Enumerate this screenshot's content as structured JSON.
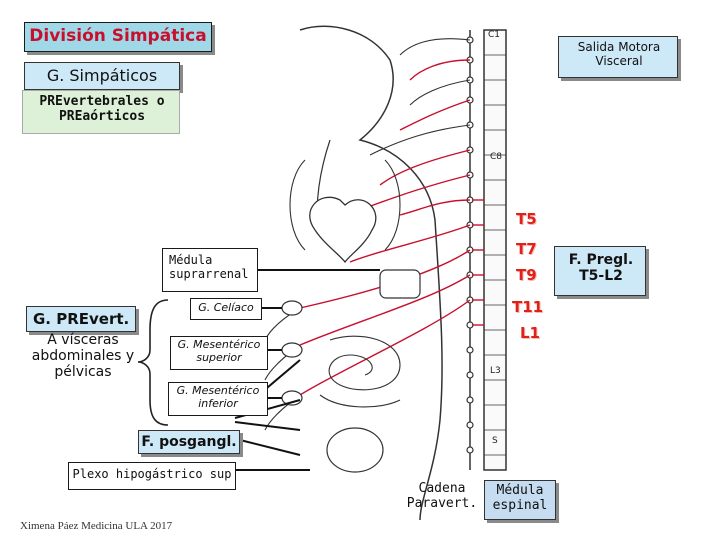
{
  "title": "División Simpática",
  "salida": "Salida Motora Visceral",
  "g_simpaticos": "G. Simpáticos",
  "prevert": "PREvertebrales o PREaórticos",
  "medula_sup": "Médula suprarrenal",
  "g_prevert_head": "G. PREvert.",
  "g_prevert_body": "A vísceras abdominales y pélvicas",
  "celiaco": "G. Celíaco",
  "mes_sup": "G. Mesentérico superior",
  "mes_inf": "G. Mesentérico inferior",
  "posgangl": "F. posgangl.",
  "plexo": "Plexo hipogástrico sup",
  "cadena": "Cadena Paravert.",
  "medula_esp": "Médula espinal",
  "pregl": "F. Pregl. T5-L2",
  "credit": "Ximena Páez Medicina ULA 2017",
  "segments": {
    "t5": "T5",
    "t7": "T7",
    "t9": "T9",
    "t11": "T11",
    "l1": "L1"
  },
  "spine_marks": {
    "c1": "C1",
    "c8": "C8",
    "l3": "L3",
    "s": "S"
  },
  "colors": {
    "title_bg": "#9fd9e8",
    "label_bg": "#cde8f7",
    "prevert_bg": "#ddf0d8",
    "segment_red": "#e0201a",
    "nerve_red": "#c8102e",
    "medula_bg": "#c6dcf0"
  }
}
